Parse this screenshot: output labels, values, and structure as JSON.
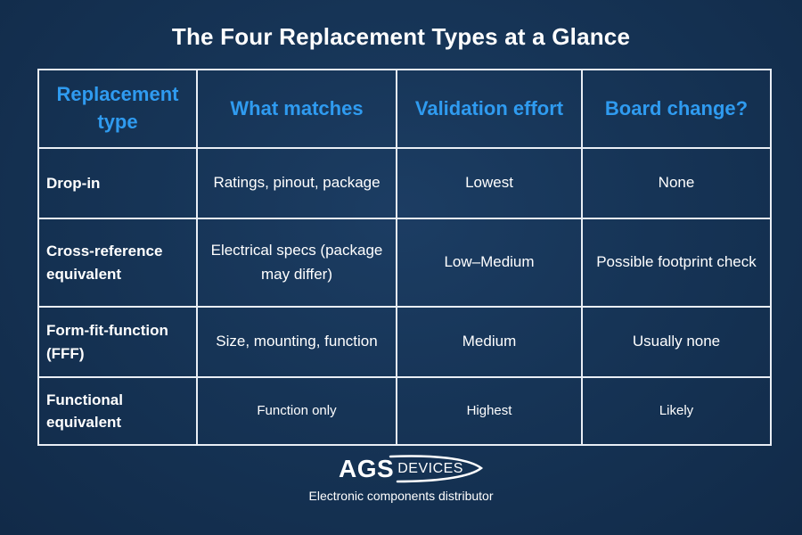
{
  "title": "The Four Replacement Types at a Glance",
  "table": {
    "headers": [
      "Replacement type",
      "What matches",
      "Validation effort",
      "Board change?"
    ],
    "rows": [
      [
        "Drop-in",
        "Ratings, pinout, package",
        "Lowest",
        "None"
      ],
      [
        "Cross-reference equivalent",
        "Electrical specs (package may differ)",
        "Low–Medium",
        "Possible footprint check"
      ],
      [
        "Form-fit-function (FFF)",
        "Size, mounting, function",
        "Medium",
        "Usually none"
      ],
      [
        "Functional equivalent",
        "Function only",
        "Highest",
        "Likely"
      ]
    ]
  },
  "footer": {
    "logo_primary": "AGS",
    "logo_secondary": "DEVICES",
    "tagline": "Electronic components distributor"
  },
  "colors": {
    "header_text": "#2f9bf0",
    "border": "#e9eef5",
    "background": "#163456"
  }
}
